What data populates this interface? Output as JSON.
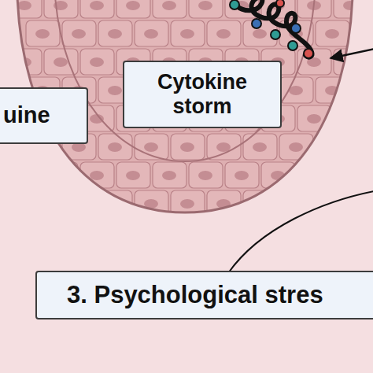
{
  "diagram": {
    "nodes": [
      {
        "text": [
          "uine"
        ]
      },
      {
        "text": [
          "Cytokine storm"
        ]
      },
      {
        "text": [
          "3. Psychological stres"
        ]
      }
    ]
  }
}
